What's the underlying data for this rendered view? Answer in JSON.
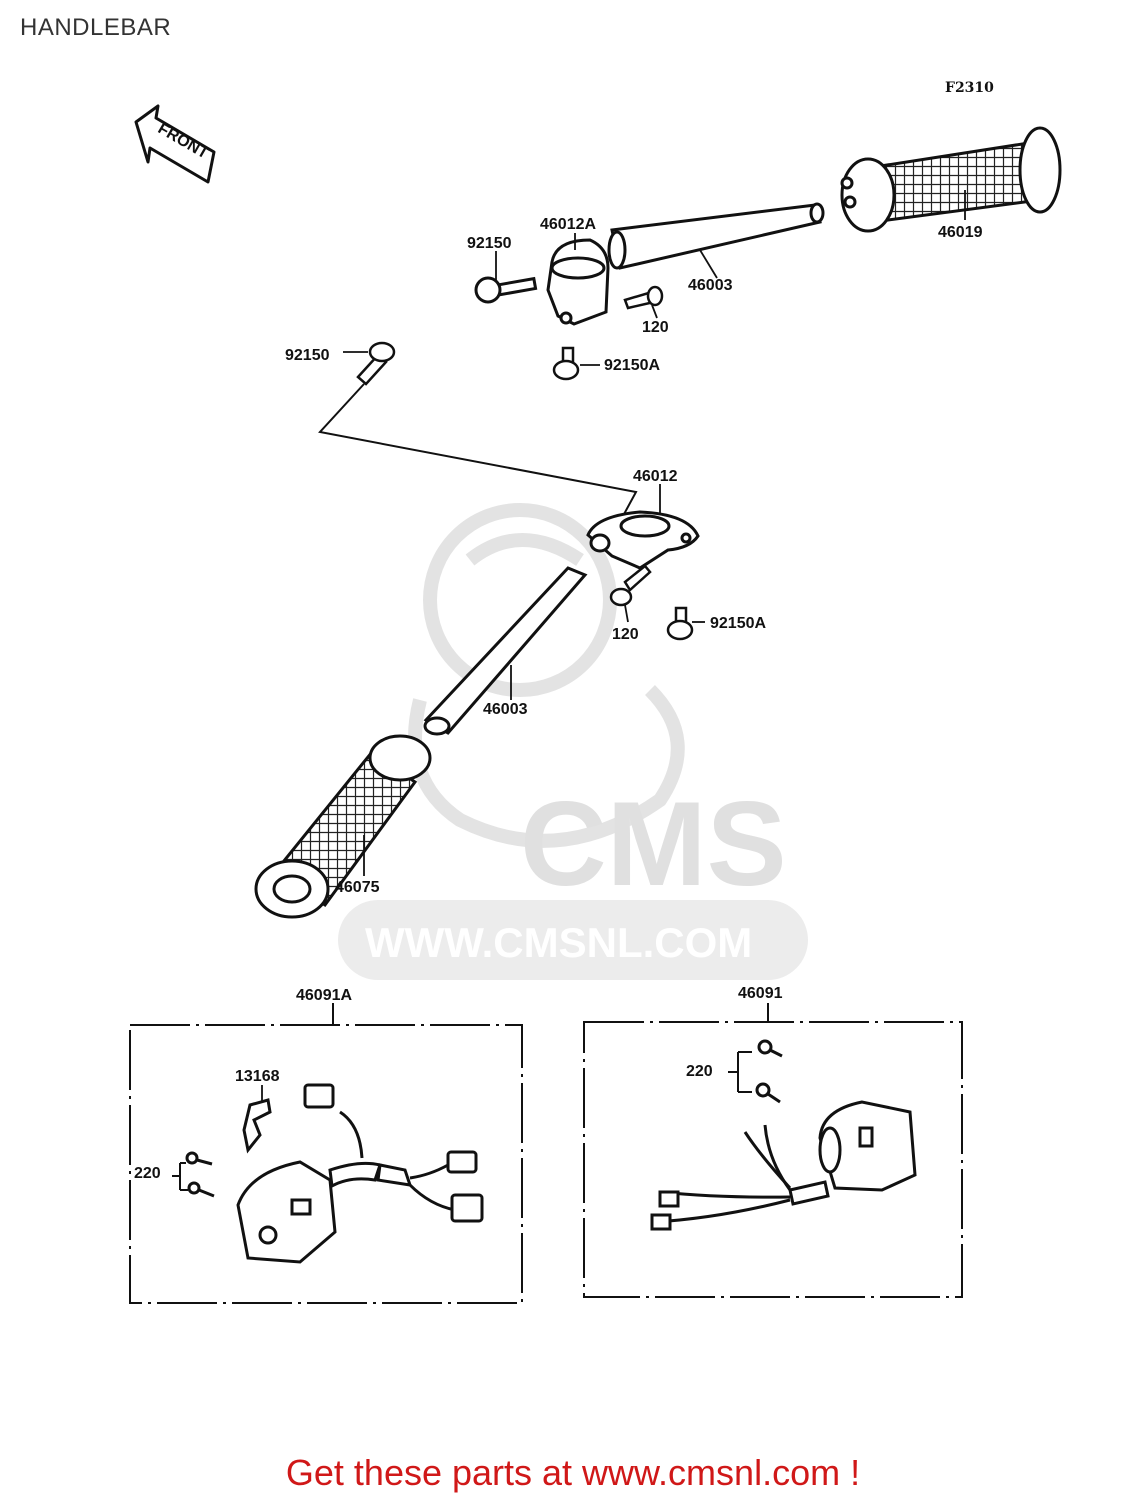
{
  "header": {
    "title": "HANDLEBAR",
    "figure_code": "F2310"
  },
  "front_arrow": {
    "label": "FRONT"
  },
  "watermark": {
    "logo": "CMS",
    "url": "WWW.CMSNL.COM"
  },
  "parts": {
    "p92150_top": "92150",
    "p46012A": "46012A",
    "p46003_top": "46003",
    "p46019": "46019",
    "p120_top": "120",
    "p92150_left": "92150",
    "p92150A_top": "92150A",
    "p46012": "46012",
    "p120_mid": "120",
    "p92150A_mid": "92150A",
    "p46003_mid": "46003",
    "p46075": "46075",
    "p46091A": "46091A",
    "p46091": "46091",
    "p13168": "13168",
    "p220_left": "220",
    "p220_right": "220"
  },
  "footer": {
    "text": "Get these parts at www.cmsnl.com !"
  },
  "colors": {
    "line": "#111111",
    "watermark": "#e0e0e0",
    "footer": "#d01818"
  }
}
